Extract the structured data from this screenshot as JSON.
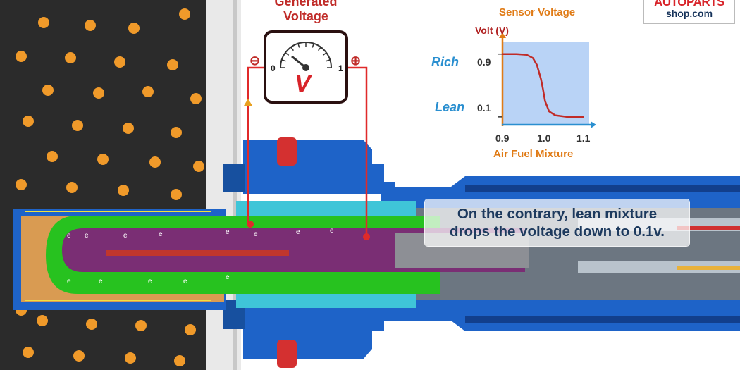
{
  "colors": {
    "exhaust": "#2b2b2b",
    "particle": "#f09a2a",
    "sensor_blue": "#1e63c8",
    "sensor_dark_blue": "#123f8c",
    "electrode_green": "#27c21f",
    "ceramic_purple": "#7a2e74",
    "chart_area": "#b9d3f6",
    "chart_line": "#c02b28",
    "label_orange": "#e07b16",
    "label_blue": "#2a8fd0",
    "caption_text": "#1d3a5e"
  },
  "meter": {
    "title_line1": "Generated",
    "title_line2": "Voltage",
    "scale_min": "0",
    "scale_max": "1",
    "unit": "V",
    "minus_sign": "⊖",
    "plus_sign": "⊕"
  },
  "chart_data": {
    "type": "line",
    "title": "Sensor Voltage",
    "ylabel": "Volt (V)",
    "xlabel": "Air Fuel Mixture",
    "x_ticks": [
      "0.9",
      "1.0",
      "1.1"
    ],
    "y_ticks": [
      "0.1",
      "0.9"
    ],
    "y_tick_names": [
      "Lean",
      "Rich"
    ],
    "xlim": [
      0.9,
      1.1
    ],
    "ylim": [
      0,
      1.05
    ],
    "series": [
      {
        "x": [
          0.9,
          0.935,
          0.96,
          0.975,
          0.985,
          0.995,
          1.0,
          1.005,
          1.015,
          1.03,
          1.06,
          1.1
        ],
        "y": [
          0.9,
          0.9,
          0.89,
          0.85,
          0.76,
          0.58,
          0.45,
          0.3,
          0.17,
          0.12,
          0.1,
          0.1
        ]
      }
    ],
    "grid": false
  },
  "electron_symbol": "e",
  "caption": {
    "line1": "On the contrary, lean mixture",
    "line2": "drops the voltage down to 0.1v."
  },
  "logo": {
    "line1": "AUTOPARTS",
    "line2": "shop.com"
  }
}
